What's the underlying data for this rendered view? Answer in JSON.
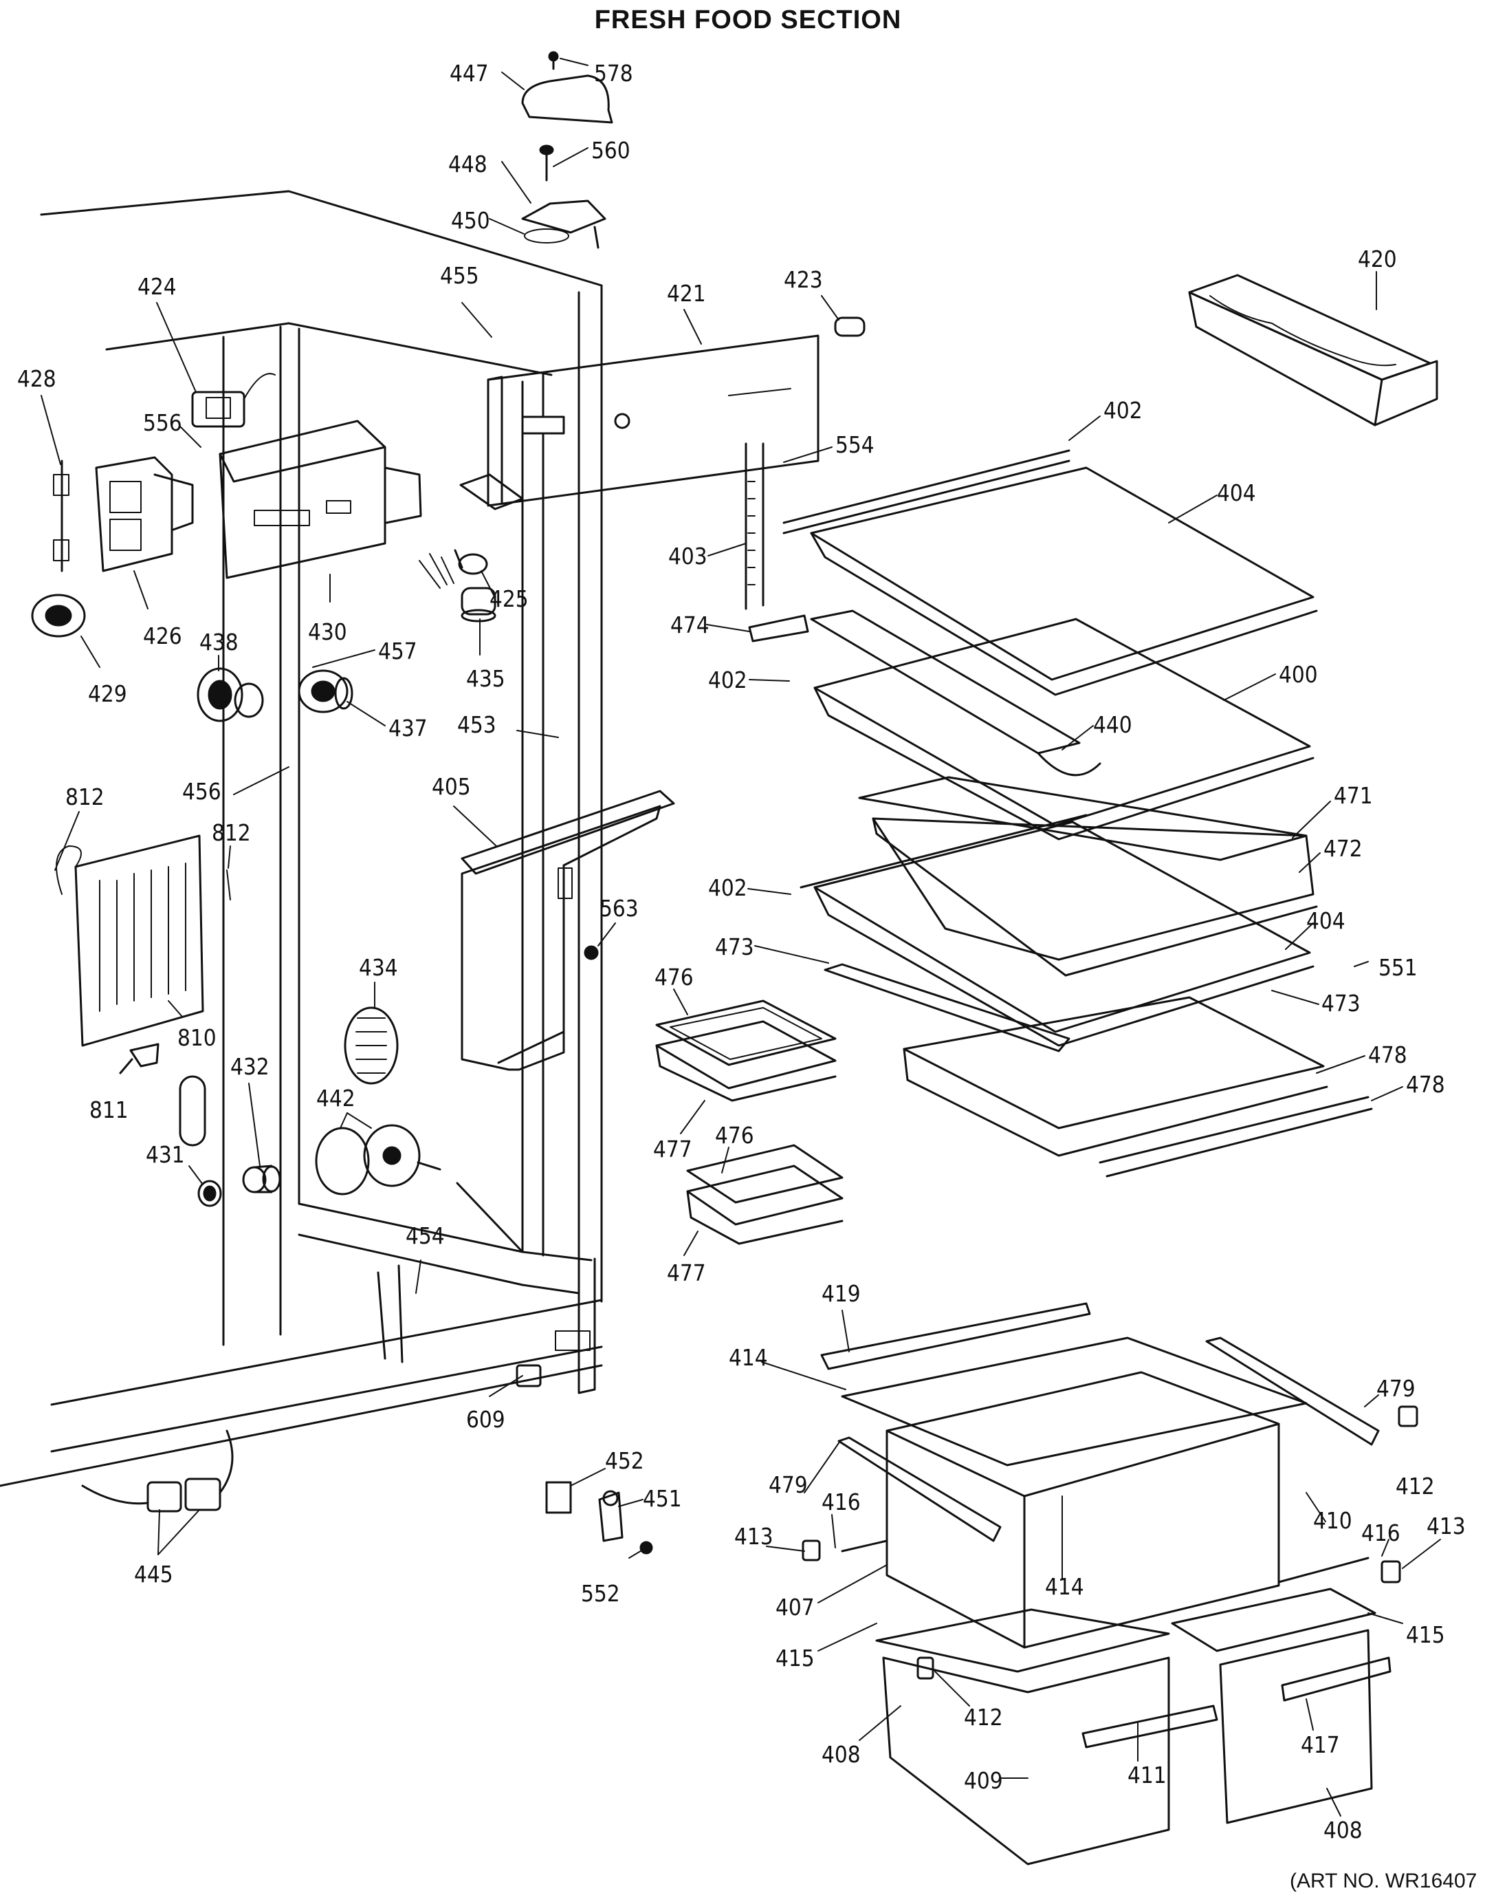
{
  "title": "FRESH FOOD SECTION",
  "art_number": "(ART NO. WR16407",
  "callouts": [
    {
      "id": "447",
      "label": "447"
    },
    {
      "id": "578",
      "label": "578"
    },
    {
      "id": "448",
      "label": "448"
    },
    {
      "id": "560",
      "label": "560"
    },
    {
      "id": "450",
      "label": "450"
    },
    {
      "id": "455",
      "label": "455"
    },
    {
      "id": "421",
      "label": "421"
    },
    {
      "id": "423",
      "label": "423"
    },
    {
      "id": "420",
      "label": "420"
    },
    {
      "id": "424",
      "label": "424"
    },
    {
      "id": "428",
      "label": "428"
    },
    {
      "id": "556",
      "label": "556"
    },
    {
      "id": "426",
      "label": "426"
    },
    {
      "id": "430",
      "label": "430"
    },
    {
      "id": "429",
      "label": "429"
    },
    {
      "id": "438",
      "label": "438"
    },
    {
      "id": "457",
      "label": "457"
    },
    {
      "id": "437",
      "label": "437"
    },
    {
      "id": "435",
      "label": "435"
    },
    {
      "id": "425",
      "label": "425"
    },
    {
      "id": "453",
      "label": "453"
    },
    {
      "id": "554",
      "label": "554"
    },
    {
      "id": "402a",
      "label": "402"
    },
    {
      "id": "404a",
      "label": "404"
    },
    {
      "id": "403",
      "label": "403"
    },
    {
      "id": "474",
      "label": "474"
    },
    {
      "id": "402b",
      "label": "402"
    },
    {
      "id": "400",
      "label": "400"
    },
    {
      "id": "440",
      "label": "440"
    },
    {
      "id": "471",
      "label": "471"
    },
    {
      "id": "472",
      "label": "472"
    },
    {
      "id": "402c",
      "label": "402"
    },
    {
      "id": "404b",
      "label": "404"
    },
    {
      "id": "551",
      "label": "551"
    },
    {
      "id": "473a",
      "label": "473"
    },
    {
      "id": "473b",
      "label": "473"
    },
    {
      "id": "476a",
      "label": "476"
    },
    {
      "id": "478a",
      "label": "478"
    },
    {
      "id": "478b",
      "label": "478"
    },
    {
      "id": "477a",
      "label": "477"
    },
    {
      "id": "476b",
      "label": "476"
    },
    {
      "id": "477b",
      "label": "477"
    },
    {
      "id": "812a",
      "label": "812"
    },
    {
      "id": "456",
      "label": "456"
    },
    {
      "id": "405",
      "label": "405"
    },
    {
      "id": "812b",
      "label": "812"
    },
    {
      "id": "563",
      "label": "563"
    },
    {
      "id": "434",
      "label": "434"
    },
    {
      "id": "810",
      "label": "810"
    },
    {
      "id": "811",
      "label": "811"
    },
    {
      "id": "432",
      "label": "432"
    },
    {
      "id": "442",
      "label": "442"
    },
    {
      "id": "431",
      "label": "431"
    },
    {
      "id": "454",
      "label": "454"
    },
    {
      "id": "609",
      "label": "609"
    },
    {
      "id": "445",
      "label": "445"
    },
    {
      "id": "452",
      "label": "452"
    },
    {
      "id": "451",
      "label": "451"
    },
    {
      "id": "552",
      "label": "552"
    },
    {
      "id": "419",
      "label": "419"
    },
    {
      "id": "414a",
      "label": "414"
    },
    {
      "id": "479a",
      "label": "479"
    },
    {
      "id": "412a",
      "label": "412"
    },
    {
      "id": "479b",
      "label": "479"
    },
    {
      "id": "416a",
      "label": "416"
    },
    {
      "id": "410",
      "label": "410"
    },
    {
      "id": "416b",
      "label": "416"
    },
    {
      "id": "413a",
      "label": "413"
    },
    {
      "id": "413b",
      "label": "413"
    },
    {
      "id": "414b",
      "label": "414"
    },
    {
      "id": "407",
      "label": "407"
    },
    {
      "id": "415a",
      "label": "415"
    },
    {
      "id": "415b",
      "label": "415"
    },
    {
      "id": "412b",
      "label": "412"
    },
    {
      "id": "417",
      "label": "417"
    },
    {
      "id": "408a",
      "label": "408"
    },
    {
      "id": "409",
      "label": "409"
    },
    {
      "id": "411",
      "label": "411"
    },
    {
      "id": "408b",
      "label": "408"
    }
  ]
}
